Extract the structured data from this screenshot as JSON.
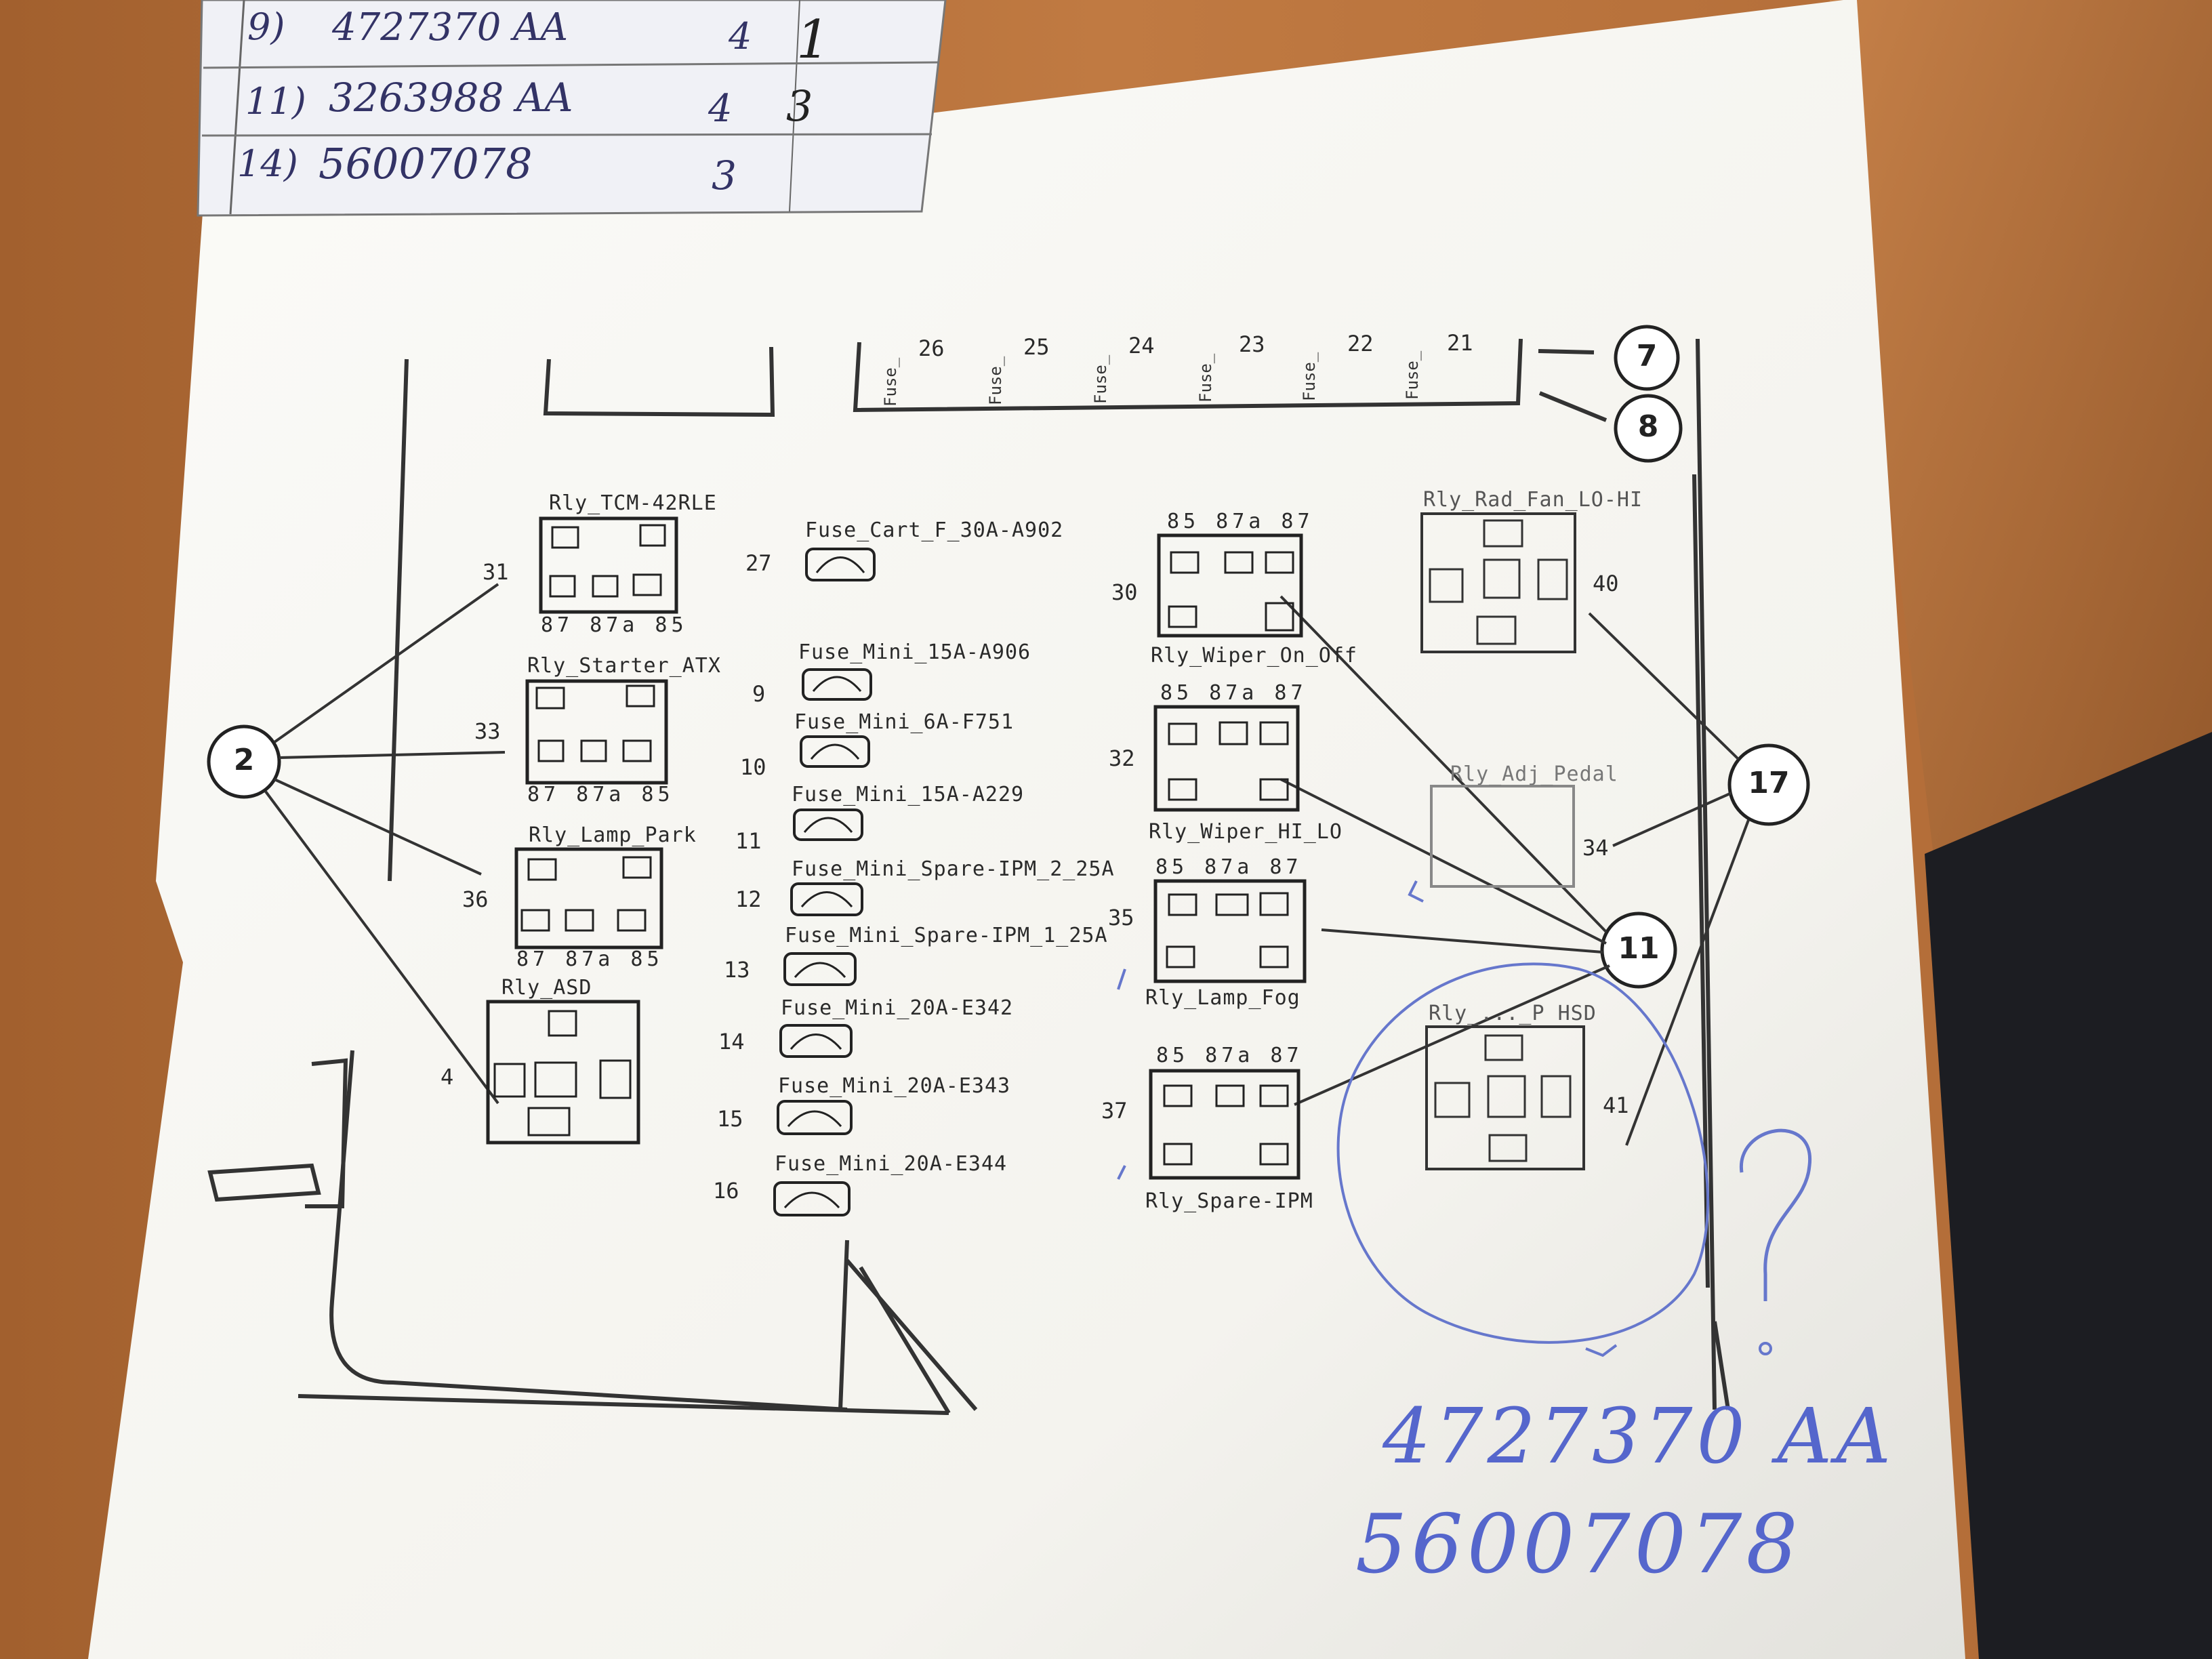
{
  "table": {
    "rows": [
      {
        "num": "9)",
        "code": "4727370 AA",
        "qty": "4",
        "extra": "1"
      },
      {
        "num": "11)",
        "code": "3263988 AA",
        "qty": "4",
        "extra": "3"
      },
      {
        "num": "14)",
        "code": "56007078",
        "qty": "3",
        "extra": ""
      }
    ]
  },
  "fuse_strip": [
    {
      "label": "Fuse_",
      "num": "26"
    },
    {
      "label": "Fuse_",
      "num": "25"
    },
    {
      "label": "Fuse_",
      "num": "24"
    },
    {
      "label": "Fuse_",
      "num": "23"
    },
    {
      "label": "Fuse_",
      "num": "22"
    },
    {
      "label": "Fuse_",
      "num": "21"
    }
  ],
  "callouts": {
    "c2": "2",
    "c7": "7",
    "c8": "8",
    "c11": "11",
    "c17": "17"
  },
  "relays_left": [
    {
      "name": "Rly_TCM-42RLE",
      "num": "31",
      "pins": "87 87a 85"
    },
    {
      "name": "Rly_Starter_ATX",
      "num": "33",
      "pins": "87 87a 85"
    },
    {
      "name": "Rly_Lamp_Park",
      "num": "36",
      "pins": "87 87a 85"
    },
    {
      "name": "Rly_ASD",
      "num": "4",
      "pins": ""
    }
  ],
  "fuses_mid": [
    {
      "num": "27",
      "label": "Fuse_Cart_F_30A-A902"
    },
    {
      "num": "9",
      "label": "Fuse_Mini_15A-A906"
    },
    {
      "num": "10",
      "label": "Fuse_Mini_6A-F751"
    },
    {
      "num": "11",
      "label": "Fuse_Mini_15A-A229"
    },
    {
      "num": "12",
      "label": "Fuse_Mini_Spare-IPM_2_25A"
    },
    {
      "num": "13",
      "label": "Fuse_Mini_Spare-IPM_1_25A"
    },
    {
      "num": "14",
      "label": "Fuse_Mini_20A-E342"
    },
    {
      "num": "15",
      "label": "Fuse_Mini_20A-E343"
    },
    {
      "num": "16",
      "label": "Fuse_Mini_20A-E344"
    }
  ],
  "relays_right": [
    {
      "name": "Rly_Wiper_On_Off",
      "num": "30",
      "pins": "85 87a 87"
    },
    {
      "name": "Rly_Wiper_HI_LO",
      "num": "32",
      "pins": "85 87a 87"
    },
    {
      "name": "Rly_Lamp_Fog",
      "num": "35",
      "pins": "85 87a 87"
    },
    {
      "name": "Rly_Spare-IPM",
      "num": "37",
      "pins": "85 87a 87"
    }
  ],
  "relays_far": [
    {
      "name": "Rly_Rad_Fan_LO-HI",
      "num": "40"
    },
    {
      "name": "Rly_Adj_Pedal",
      "num": "34"
    },
    {
      "name": "Rly_..._P HSD",
      "num": "41"
    }
  ],
  "handwriting": {
    "line1": "4727370 AA",
    "line2": "56007078",
    "question": "?"
  },
  "colors": {
    "wood": "#b8703a",
    "paper": "#f7f6f2",
    "ink": "#2a2a2a",
    "pen": "#5566cc"
  }
}
